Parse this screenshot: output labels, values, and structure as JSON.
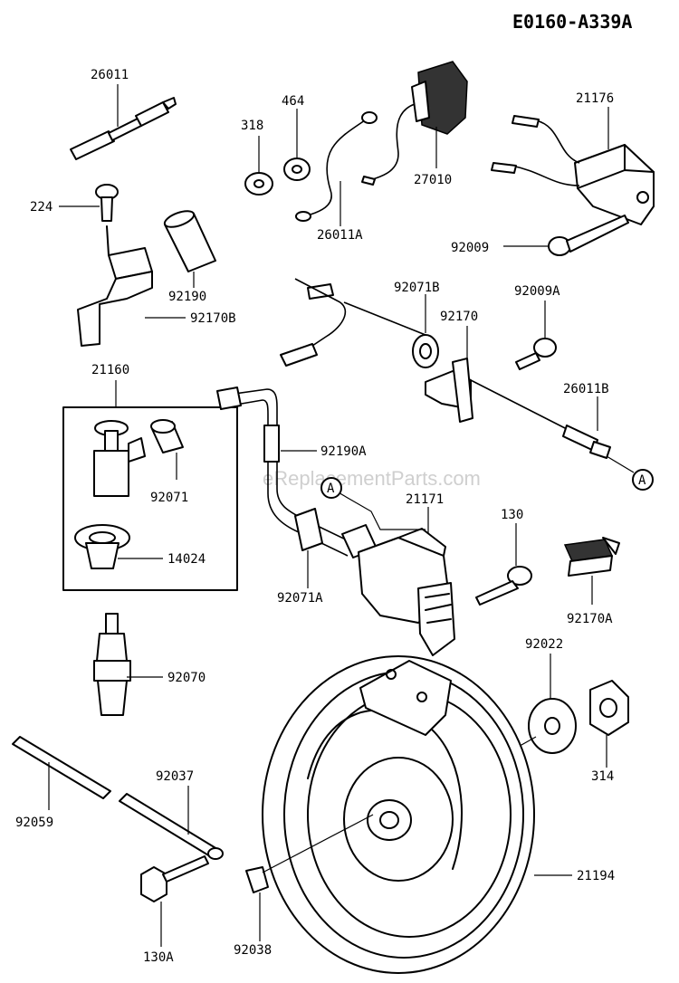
{
  "diagram_code": "E0160-A339A",
  "watermark": "eReplacementParts.com",
  "callout_ref": "A",
  "labels": {
    "p26011": "26011",
    "p318": "318",
    "p464": "464",
    "p27010": "27010",
    "p21176": "21176",
    "p26011A": "26011A",
    "p224": "224",
    "p92009": "92009",
    "p92190": "92190",
    "p92170B": "92170B",
    "p92071B": "92071B",
    "p92009A": "92009A",
    "p92170": "92170",
    "p21160": "21160",
    "p26011B": "26011B",
    "p92190A": "92190A",
    "p92071": "92071",
    "p21171": "21171",
    "p14024": "14024",
    "p130": "130",
    "p92071A": "92071A",
    "p92170A": "92170A",
    "p92070": "92070",
    "p92022": "92022",
    "p92037": "92037",
    "p314": "314",
    "p92059": "92059",
    "p21194": "21194",
    "p130A": "130A",
    "p92038": "92038"
  }
}
